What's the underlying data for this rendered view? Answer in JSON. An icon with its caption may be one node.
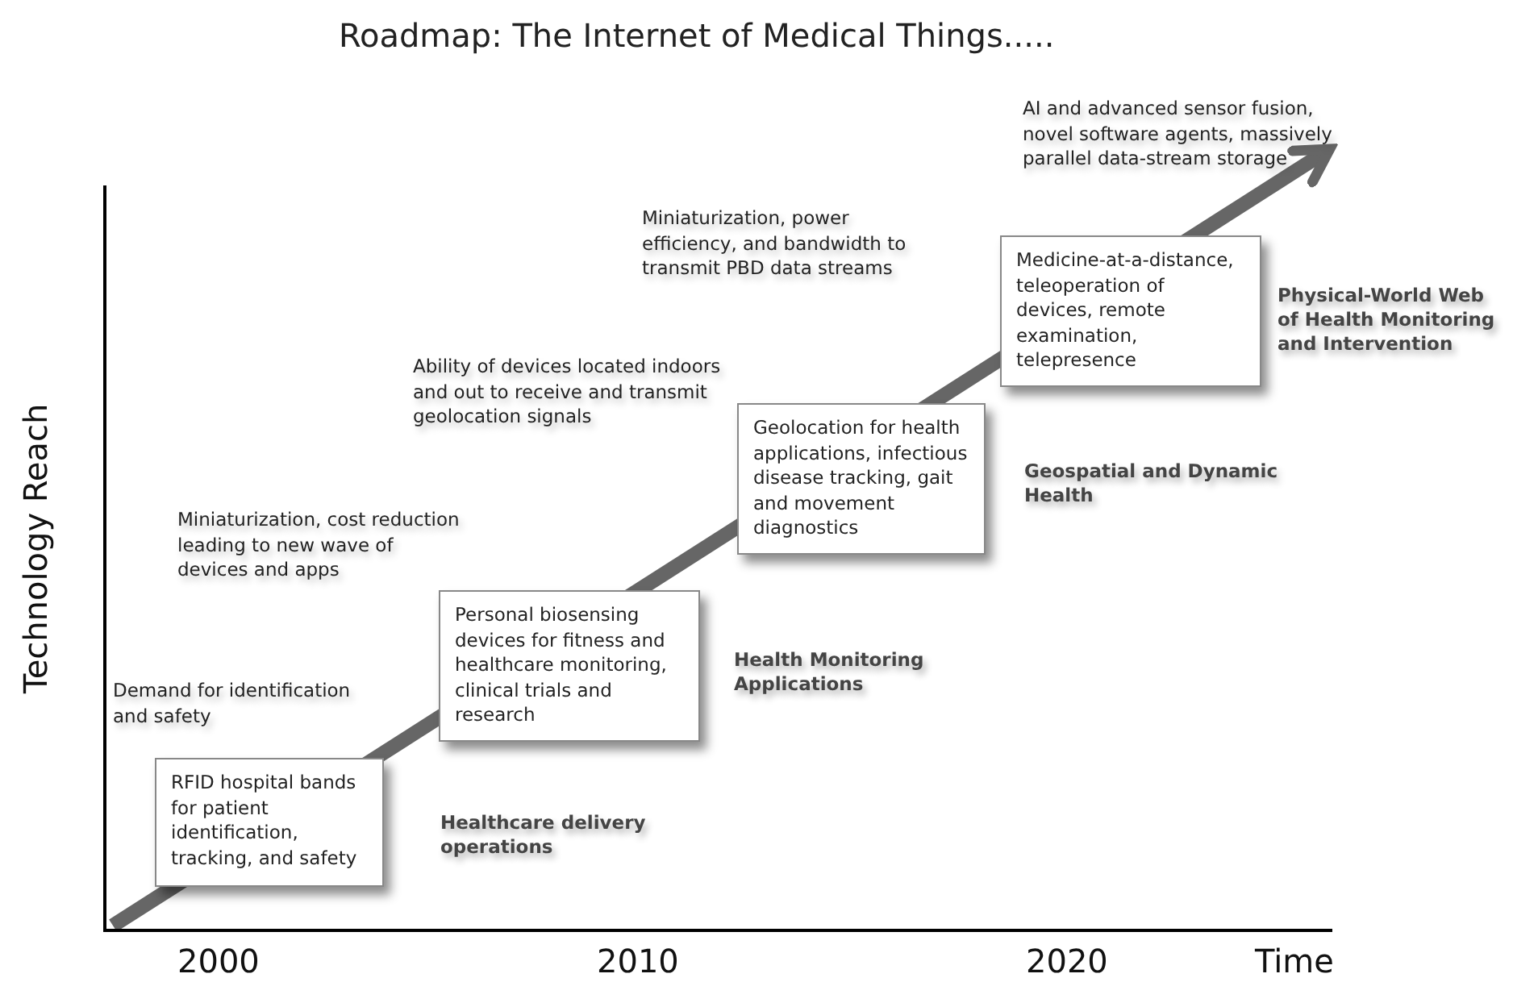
{
  "diagram": {
    "title": "Roadmap: The Internet of Medical Things.....",
    "nodes": [
      {
        "text": [
          "RFID hospital bands for patient identification, tracking, and safety"
        ],
        "beside": [
          "Healthcare delivery operations"
        ]
      },
      {
        "text": [
          "Personal biosensing devices for fitness and healthcare monitoring, clinical trials and research"
        ],
        "beside": [
          "Health Monitoring Applications"
        ]
      },
      {
        "text": [
          "Geolocation for health applications, infectious disease tracking, gait and movement diagnostics"
        ],
        "beside": [
          "Geospatial and Dynamic Health"
        ]
      },
      {
        "text": [
          "Medicine-at-a-distance, teleoperation of devices, remote examination, telepresence"
        ],
        "beside": [
          "Physical-World Web of Health Monitoring and Intervention"
        ]
      }
    ],
    "edges": [],
    "labels": [
      "AI and advanced sensor fusion, novel software agents, massively parallel data-stream storage",
      "Miniaturization, power efficiency, and bandwidth to transmit PBD data streams",
      "Technology Reach",
      "Ability of devices located indoors and out to receive and transmit geolocation signals",
      "Miniaturization, cost reduction leading to new wave of devices and apps",
      "Demand for identification and safety",
      "2000",
      "2010",
      "2020",
      "Time"
    ]
  }
}
